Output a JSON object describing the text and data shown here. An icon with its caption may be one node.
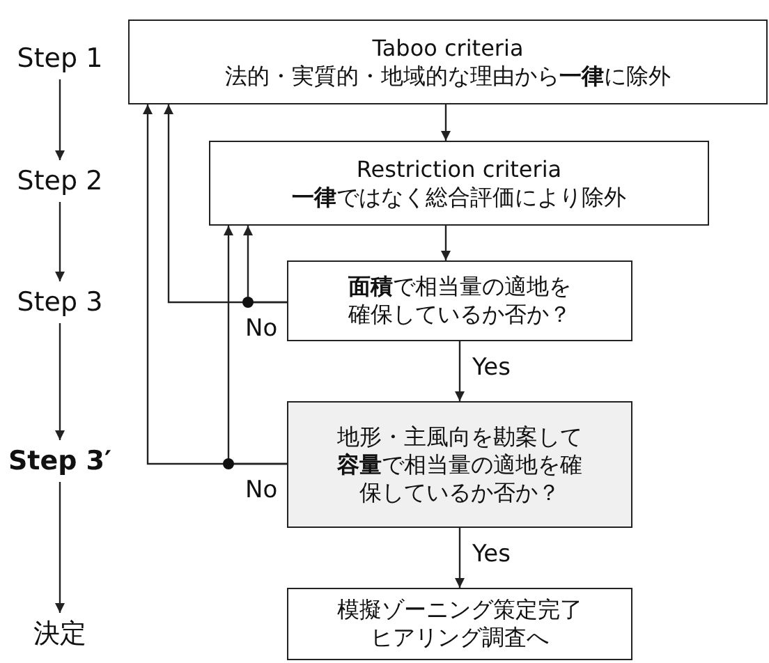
{
  "diagram": {
    "nodes": [
      {
        "text": [
          "Taboo criteria",
          "法的・実質的・地域的な理由から**一律**に除外"
        ]
      },
      {
        "text": [
          "Restriction criteria",
          "**一律**ではなく総合評価により除外"
        ]
      },
      {
        "text": [
          "**面積**で相当量の適地を確保しているか否か？"
        ]
      },
      {
        "text": [
          "地形・主風向を勘案して**容量**で相当量の適地を確保しているか否か？"
        ]
      },
      {
        "text": [
          "模擬ゾーニング策定完了ヒアリング調査へ"
        ]
      },
      {
        "text": [
          "Step 1"
        ]
      },
      {
        "text": [
          "Step 2"
        ]
      },
      {
        "text": [
          "Step 3"
        ]
      },
      {
        "text": [
          "Step 3′"
        ]
      },
      {
        "text": [
          "決定"
        ]
      }
    ],
    "edges": [
      {
        "from": 0,
        "to": 1,
        "arrow": "to"
      },
      {
        "from": 1,
        "to": 2,
        "arrow": "to"
      },
      {
        "from": 2,
        "to": 3,
        "arrow": "to",
        "label": "Yes"
      },
      {
        "from": 3,
        "to": 4,
        "arrow": "to",
        "label": "Yes"
      },
      {
        "from": 2,
        "to": 1,
        "arrow": "to",
        "label": "No"
      },
      {
        "from": 2,
        "to": 0,
        "arrow": "to"
      },
      {
        "from": 3,
        "to": 1,
        "arrow": "to",
        "label": "No"
      },
      {
        "from": 3,
        "to": 0,
        "arrow": "to"
      },
      {
        "from": 5,
        "to": 6,
        "arrow": "to"
      },
      {
        "from": 6,
        "to": 7,
        "arrow": "to"
      },
      {
        "from": 7,
        "to": 8,
        "arrow": "to"
      },
      {
        "from": 8,
        "to": 9,
        "arrow": "to"
      }
    ]
  }
}
